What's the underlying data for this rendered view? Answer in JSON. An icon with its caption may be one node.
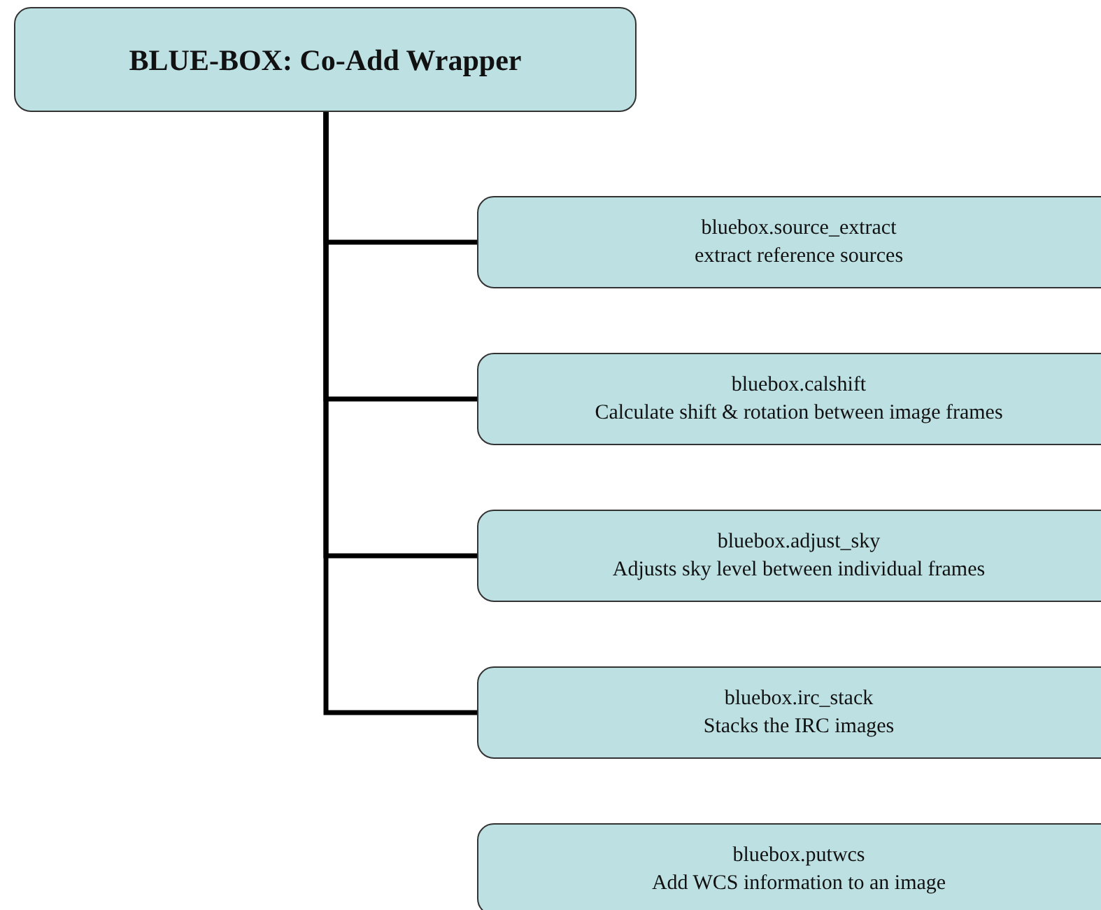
{
  "diagram": {
    "nodes": [
      {
        "text": [
          "BLUE-BOX: Co-Add Wrapper"
        ]
      },
      {
        "text": [
          "bluebox.source_extract",
          "extract reference sources"
        ]
      },
      {
        "text": [
          "bluebox.calshift",
          "Calculate shift & rotation between image frames"
        ]
      },
      {
        "text": [
          "bluebox.adjust_sky",
          "Adjusts sky level between individual frames"
        ]
      },
      {
        "text": [
          "bluebox.irc_stack",
          "Stacks the IRC images"
        ]
      },
      {
        "text": [
          "bluebox.putwcs",
          "Add WCS information to an image"
        ]
      }
    ],
    "edges": [
      {
        "from": 0,
        "to": 1,
        "arrow": "none"
      },
      {
        "from": 0,
        "to": 2,
        "arrow": "none"
      },
      {
        "from": 0,
        "to": 3,
        "arrow": "none"
      },
      {
        "from": 0,
        "to": 4,
        "arrow": "none"
      }
    ]
  }
}
